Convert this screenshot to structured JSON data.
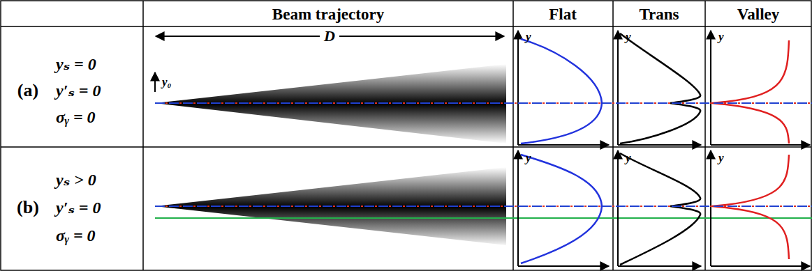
{
  "diagram": {
    "labels": [
      "Beam trajectory",
      "Flat",
      "Trans",
      "Valley",
      "(a)",
      "yₛ = 0",
      "y′ₛ = 0",
      "σᵧ = 0",
      "D",
      "y₀",
      "y",
      "y",
      "y",
      "(b)",
      "yₛ > 0",
      "y′ₛ = 0",
      "σᵧ = 0",
      "y",
      "y",
      "y"
    ]
  }
}
